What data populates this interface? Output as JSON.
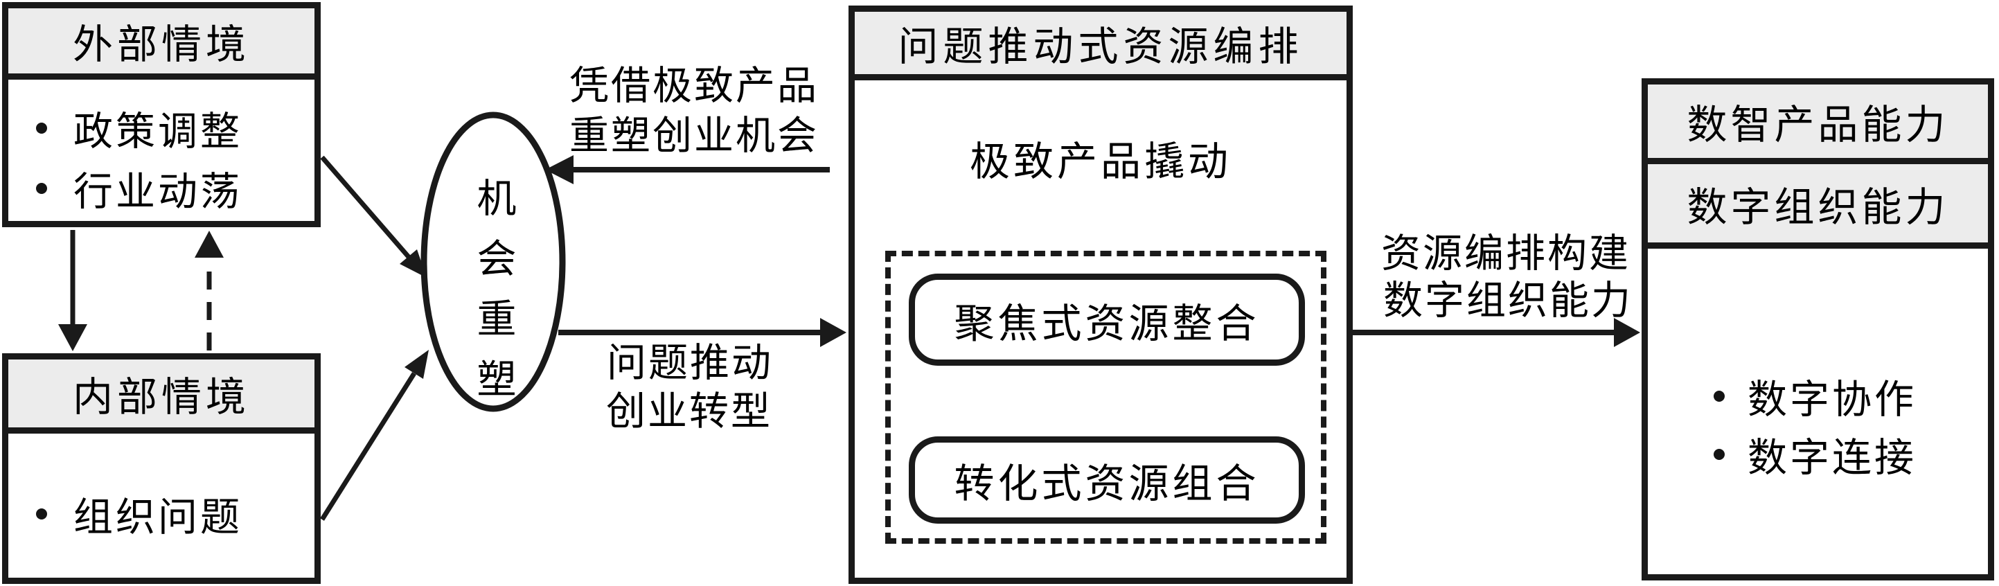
{
  "colors": {
    "stroke": "#1a1a1a",
    "header_fill": "#ececec",
    "background": "#ffffff"
  },
  "external_box": {
    "title": "外部情境",
    "bullets": [
      "政策调整",
      "行业动荡"
    ]
  },
  "internal_box": {
    "title": "内部情境",
    "bullets": [
      "组织问题"
    ]
  },
  "ellipse": {
    "label": "机会重塑"
  },
  "arrows": {
    "feedback_label_line1": "凭借极致产品",
    "feedback_label_line2": "重塑创业机会",
    "forward_label_line1": "问题推动",
    "forward_label_line2": "创业转型",
    "build_label_line1": "资源编排构建",
    "build_label_line2": "数字组织能力"
  },
  "orchestration_box": {
    "title": "问题推动式资源编排",
    "lever_label": "极致产品撬动",
    "inner_top": "聚焦式资源整合",
    "inner_bottom": "转化式资源组合"
  },
  "capability_box": {
    "row1": "数智产品能力",
    "row2": "数字组织能力",
    "bullets": [
      "数字协作",
      "数字连接"
    ]
  }
}
